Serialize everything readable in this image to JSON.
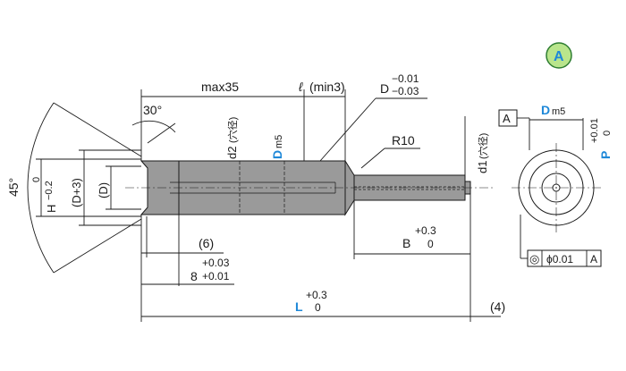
{
  "colors": {
    "body": "#9a9a9a",
    "line": "#1a1a1a",
    "accent": "#1e88d8",
    "badge_fill": "#b9e58c",
    "badge_stroke": "#2e7d32"
  },
  "labels": {
    "max35": "max35",
    "ell": "ℓ",
    "min3": "(min3)",
    "D_prefix": "D",
    "tol_D_upper": "−0.01",
    "tol_D_lower": "−0.03",
    "R10": "R10",
    "d2": "d2",
    "d2_note": "(穴径)",
    "d1": "d1",
    "d1_note": "(穴径)",
    "Dm5_D": "D",
    "Dm5_m5": "m5",
    "angle30": "30°",
    "angle45": "45°",
    "H_label": "H",
    "H_tol_upper": "0",
    "H_tol_lower": "−0.2",
    "D_plus3": "(D+3)",
    "D_paren": "(D)",
    "six": "(6)",
    "eight": "8",
    "eight_tol_upper": "+0.03",
    "eight_tol_lower": "+0.01",
    "B": "B",
    "B_tol_upper": "+0.3",
    "B_tol_lower": "0",
    "L": "L",
    "L_tol_upper": "+0.3",
    "L_tol_lower": "0",
    "four": "(4)",
    "datum_A": "A",
    "section_badge": "A",
    "section_Dm5_D": "D",
    "section_Dm5_m5": "m5",
    "P": "P",
    "P_tol_upper": "+0.01",
    "P_tol_lower": "0",
    "conc_symbol": "◎",
    "conc_value": "ϕ0.01",
    "conc_datum": "A"
  }
}
